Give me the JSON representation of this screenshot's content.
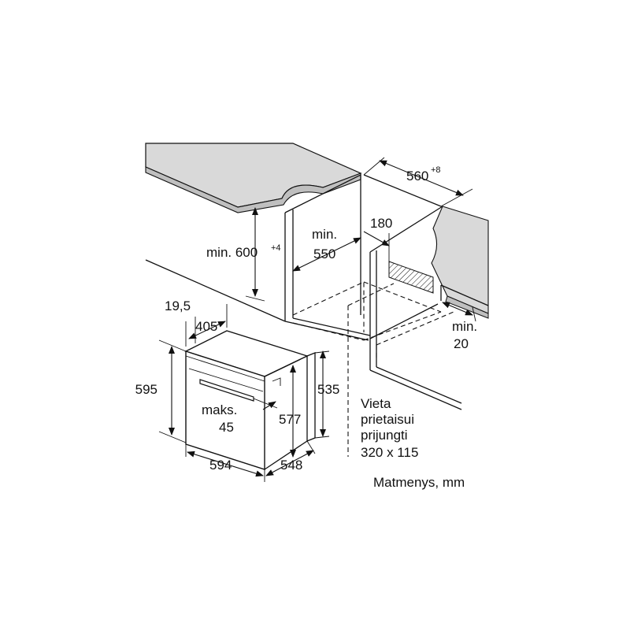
{
  "dimensions": {
    "cabinet_width": {
      "value": "560",
      "sup": "+8"
    },
    "niche_height": {
      "prefix": "min. ",
      "value": "600",
      "sup": "+4"
    },
    "depth_min_prefix": "min.",
    "depth_min_value": "550",
    "vent_width": "180",
    "rear_gap_prefix": "min.",
    "rear_gap_value": "20",
    "front_offset": "19,5",
    "top_depth": "405",
    "front_height": "595",
    "handle_prefix": "maks.",
    "handle_value": "45",
    "body_height": "577",
    "side_height": "535",
    "front_width": "594",
    "body_depth": "548"
  },
  "connection_note": {
    "line1": "Vieta",
    "line2": "prietaisui",
    "line3": "prijungti",
    "line4": "320 x 115"
  },
  "units_label": "Matmenys, mm"
}
